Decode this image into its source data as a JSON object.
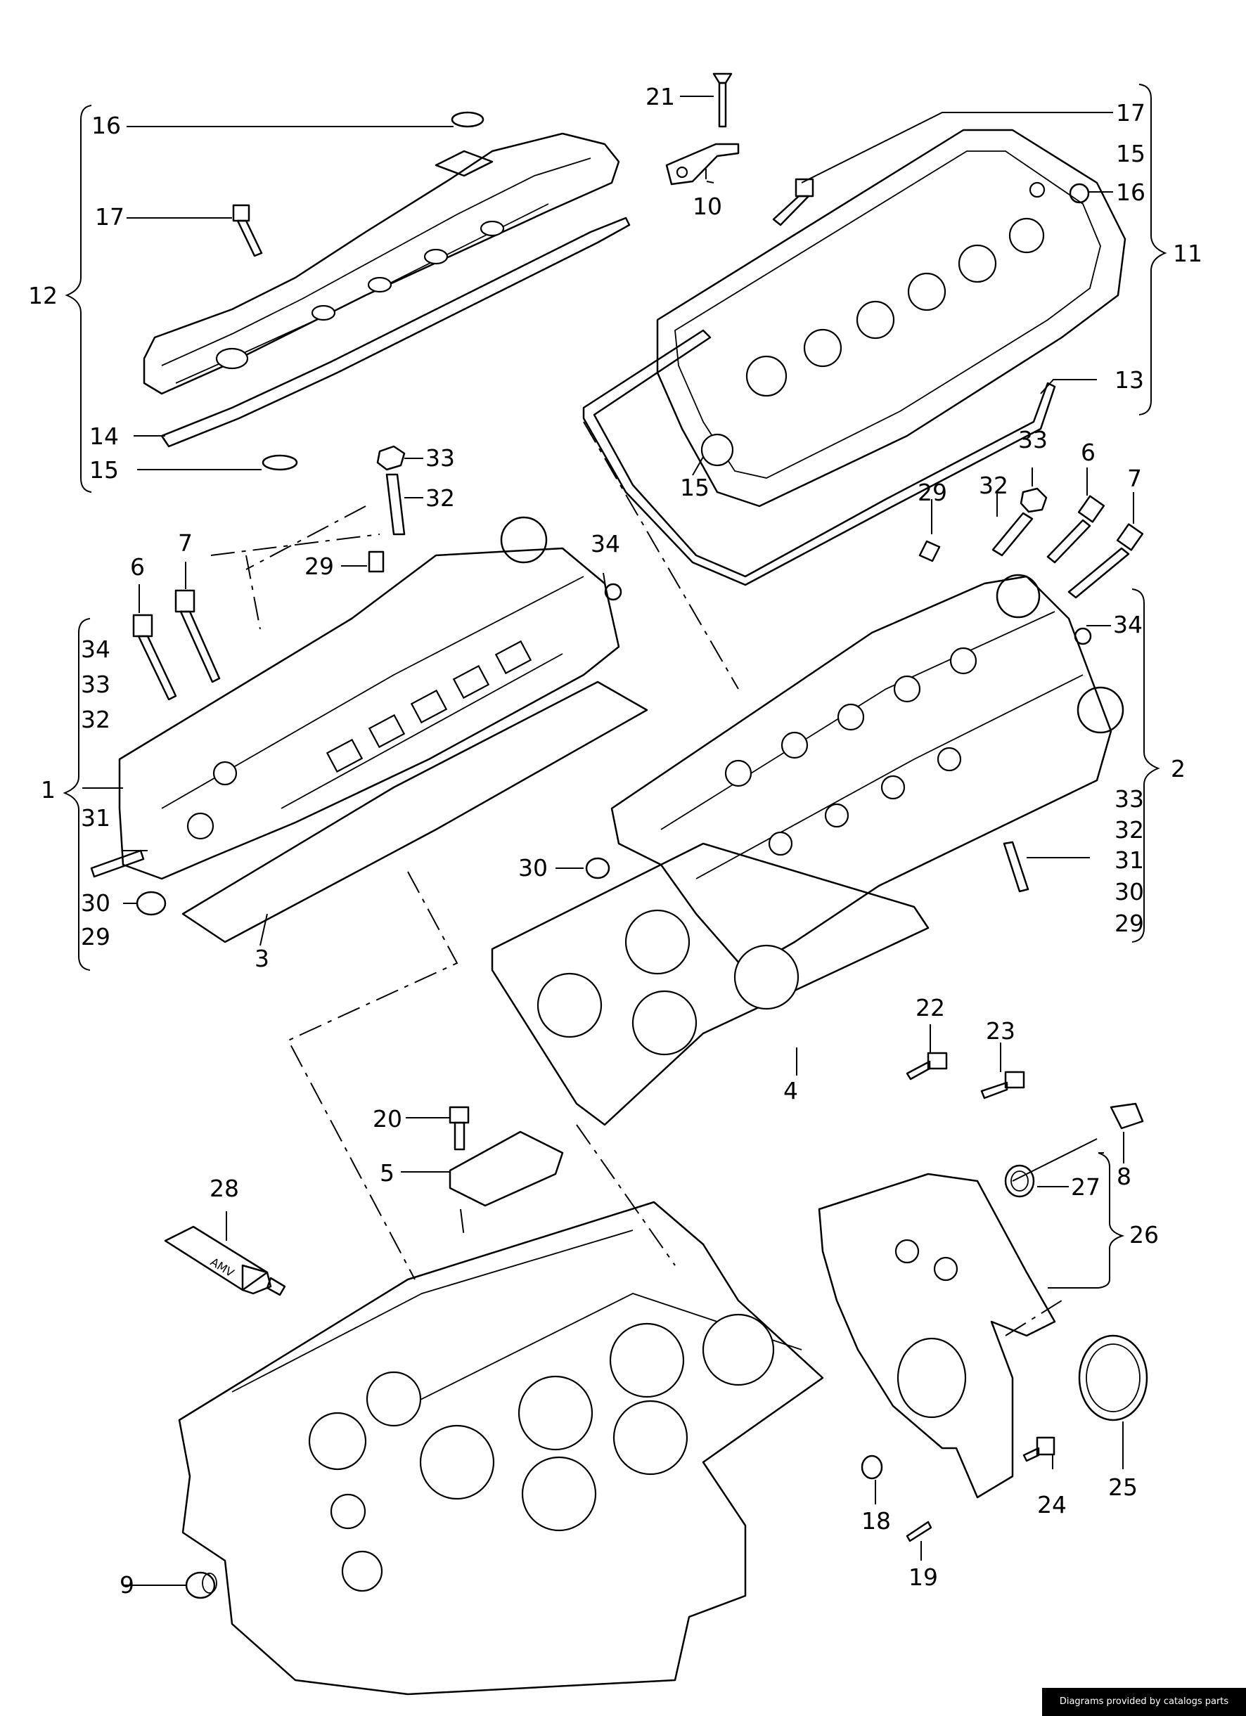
{
  "labels": {
    "l16a": "16",
    "l17a": "17",
    "l12": "12",
    "l14": "14",
    "l15a": "15",
    "l33a": "33",
    "l32a": "32",
    "l29a": "29",
    "l21": "21",
    "l10": "10",
    "l17b": "17",
    "l15b": "15",
    "l16b": "16",
    "l11": "11",
    "l13": "13",
    "l15c": "15",
    "l33b": "33",
    "l6b": "6",
    "l32b": "32",
    "l7b": "7",
    "l29b": "29",
    "l34b": "34",
    "l2": "2",
    "l33c": "33",
    "l32c": "32",
    "l31b": "31",
    "l30b": "30",
    "l29c": "29",
    "l34a": "34",
    "l6a": "6",
    "l7a": "7",
    "l34c": "34",
    "l33d": "33",
    "l32d": "32",
    "l1": "1",
    "l31a": "31",
    "l30a": "30",
    "l29d": "29",
    "l3": "3",
    "l30c": "30",
    "l4": "4",
    "l22": "22",
    "l23": "23",
    "l20": "20",
    "l5": "5",
    "l28": "28",
    "l8": "8",
    "l27": "27",
    "l26": "26",
    "l9": "9",
    "l18": "18",
    "l19": "19",
    "l24": "24",
    "l25": "25"
  },
  "tube_text": "AMV",
  "footer": {
    "credit": "Diagrams provided by catalogs parts"
  }
}
